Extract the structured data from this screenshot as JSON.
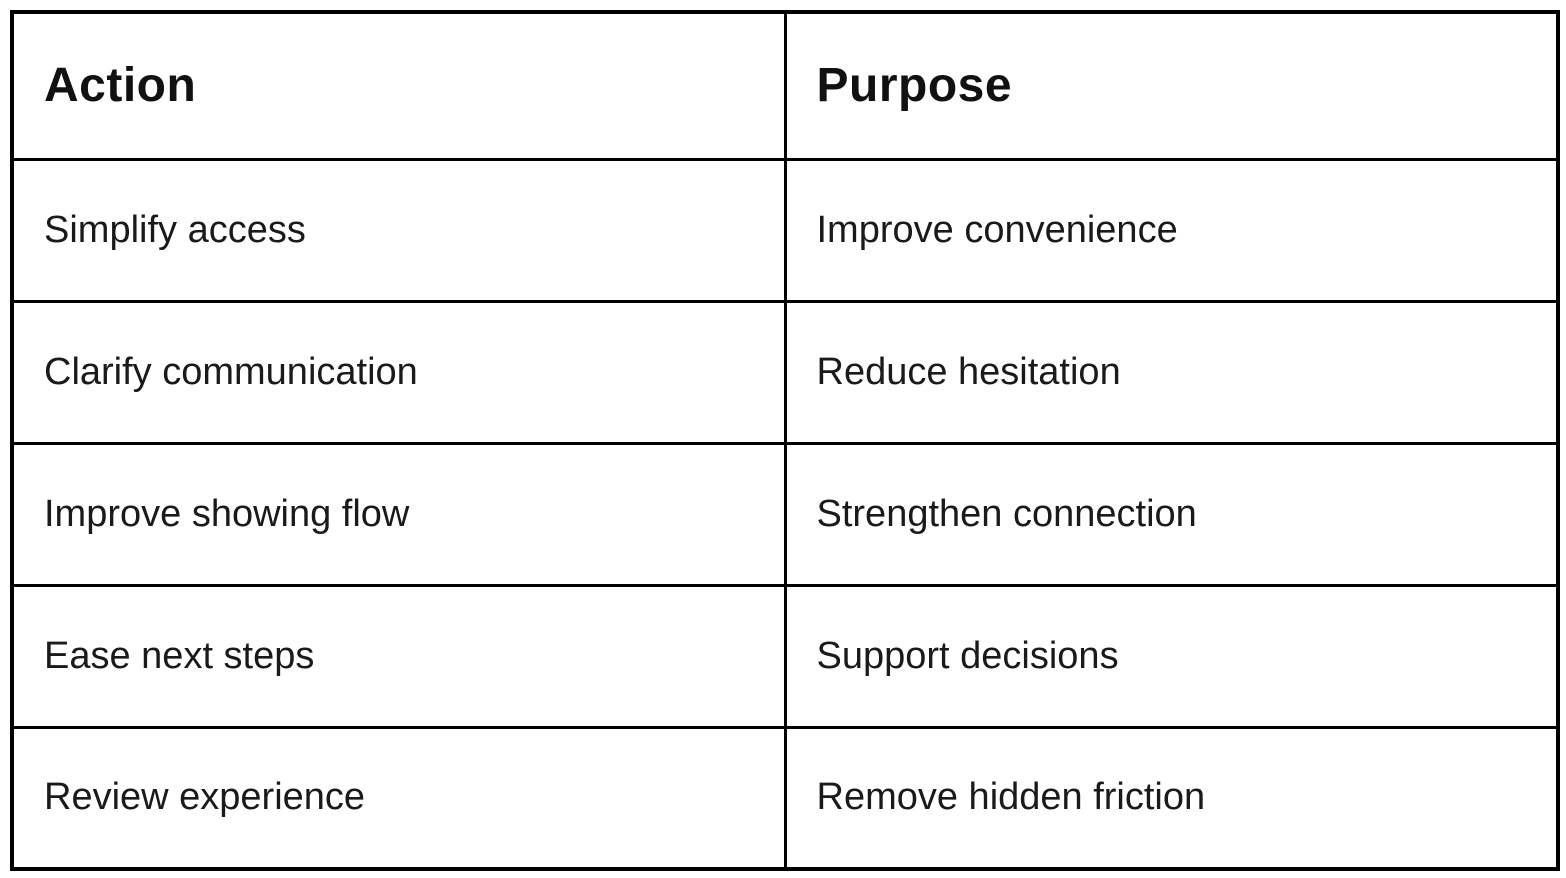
{
  "table": {
    "columns": [
      "Action",
      "Purpose"
    ],
    "rows": [
      [
        "Simplify access",
        "Improve convenience"
      ],
      [
        "Clarify communication",
        "Reduce hesitation"
      ],
      [
        "Improve showing flow",
        "Strengthen connection"
      ],
      [
        "Ease next steps",
        "Support decisions"
      ],
      [
        "Review experience",
        "Remove hidden friction"
      ]
    ]
  },
  "colors": {
    "border": "#000000",
    "header_text": "#111111",
    "body_text": "#1a1a1a",
    "background": "#ffffff"
  }
}
